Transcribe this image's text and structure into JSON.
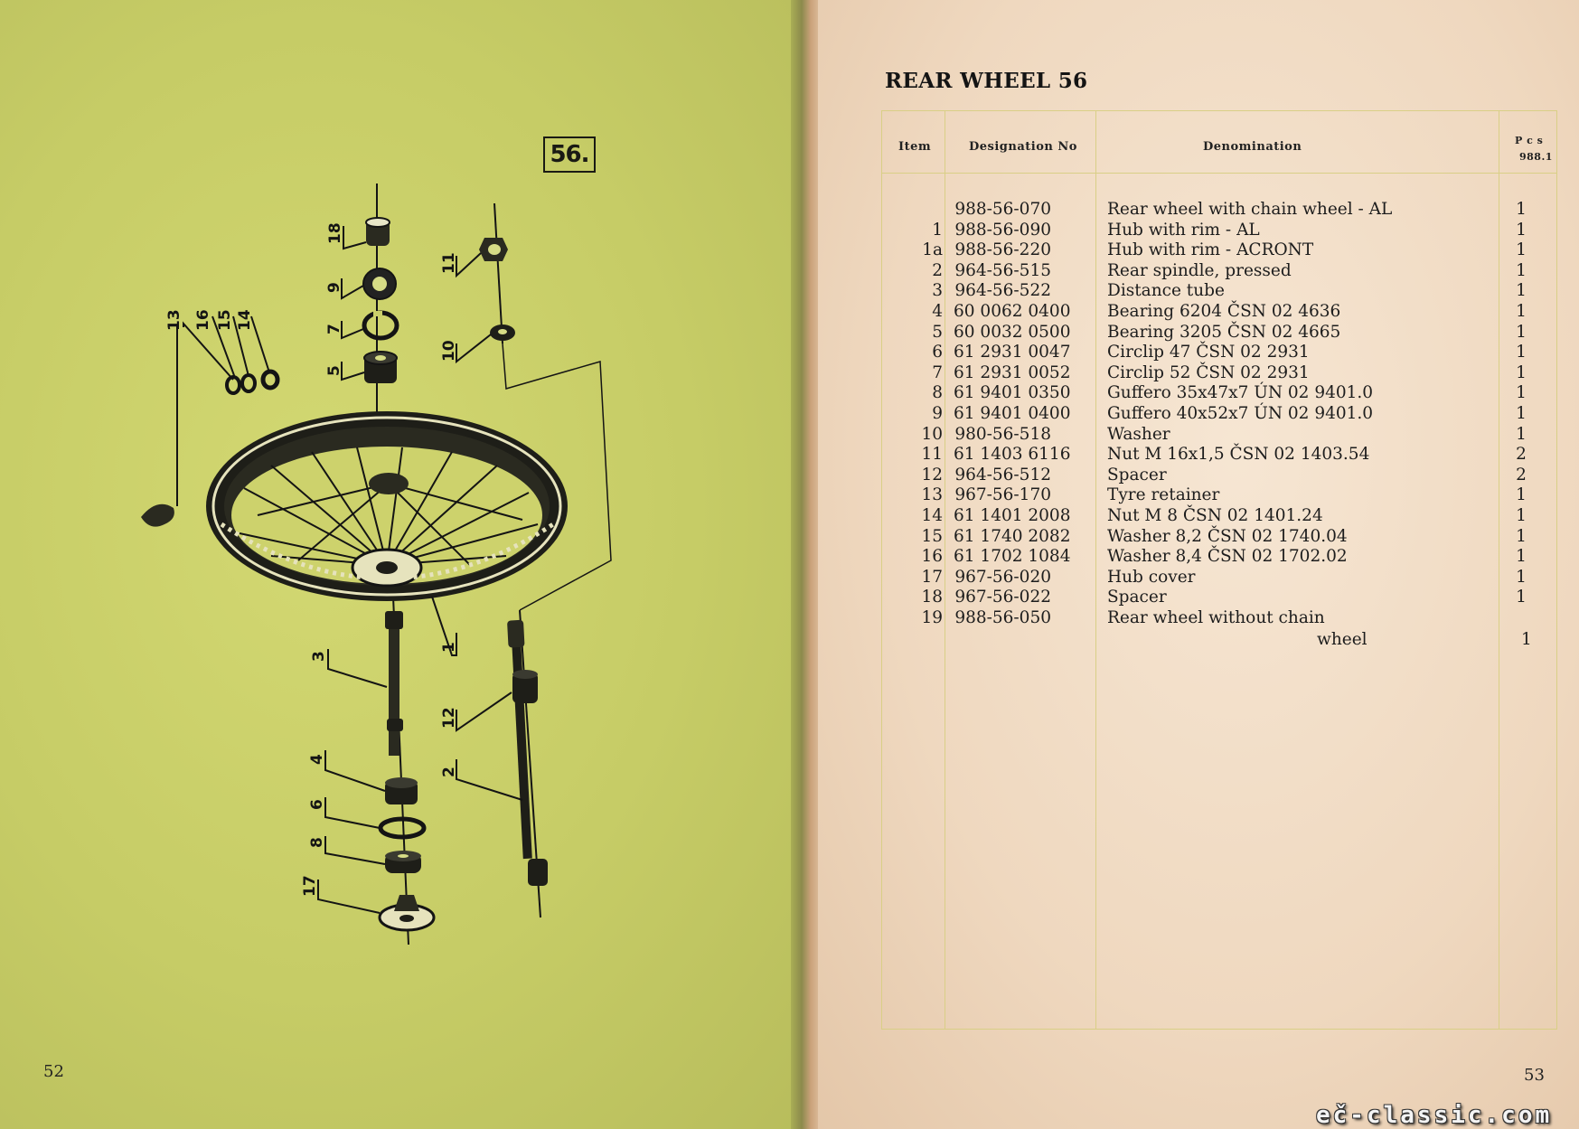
{
  "left_page": {
    "figure_label": "56.",
    "page_number": "52",
    "callouts": [
      "1",
      "2",
      "3",
      "4",
      "5",
      "6",
      "7",
      "8",
      "9",
      "10",
      "11",
      "12",
      "13",
      "14",
      "15",
      "16",
      "17",
      "18"
    ]
  },
  "right_page": {
    "title": "REAR WHEEL 56",
    "page_number": "53",
    "headers": {
      "item": "Item",
      "designation": "Designation No",
      "denomination": "Denomination",
      "pcs_top": "P c s",
      "pcs_bottom": "988.1"
    },
    "rows": [
      {
        "item": "",
        "designation": "988-56-070",
        "denomination": "Rear  wheel with chain wheel -  AL",
        "pcs": "1"
      },
      {
        "item": "1",
        "designation": "988-56-090",
        "denomination": "Hub with rim - AL",
        "pcs": "1"
      },
      {
        "item": "1a",
        "designation": "988-56-220",
        "denomination": "Hub  with  rim  -  ACRONT",
        "pcs": "1"
      },
      {
        "item": "2",
        "designation": "964-56-515",
        "denomination": "Rear  spindle,  pressed",
        "pcs": "1"
      },
      {
        "item": "3",
        "designation": "964-56-522",
        "denomination": "Distance  tube",
        "pcs": "1"
      },
      {
        "item": "4",
        "designation": "60  0062  0400",
        "denomination": "Bearing  6204  ČSN 02 4636",
        "pcs": "1"
      },
      {
        "item": "5",
        "designation": "60  0032  0500",
        "denomination": "Bearing  3205  ČSN 02 4665",
        "pcs": "1"
      },
      {
        "item": "6",
        "designation": "61  2931  0047",
        "denomination": "Circlip  47      ČSN 02 2931",
        "pcs": "1"
      },
      {
        "item": "7",
        "designation": "61  2931  0052",
        "denomination": "Circlip  52      ČSN 02 2931",
        "pcs": "1"
      },
      {
        "item": "8",
        "designation": "61  9401  0350",
        "denomination": "Guffero  35x47x7  ÚN  02 9401.0",
        "pcs": "1"
      },
      {
        "item": "9",
        "designation": "61  9401  0400",
        "denomination": "Guffero  40x52x7  ÚN  02 9401.0",
        "pcs": "1"
      },
      {
        "item": "10",
        "designation": "980-56-518",
        "denomination": "Washer",
        "pcs": "1"
      },
      {
        "item": "11",
        "designation": "61  1403  6116",
        "denomination": "Nut  M  16x1,5  ČSN  02 1403.54",
        "pcs": "2"
      },
      {
        "item": "12",
        "designation": "964-56-512",
        "denomination": "Spacer",
        "pcs": "2"
      },
      {
        "item": "13",
        "designation": "967-56-170",
        "denomination": "Tyre  retainer",
        "pcs": "1"
      },
      {
        "item": "14",
        "designation": "61  1401  2008",
        "denomination": "Nut  M  8         ČSN 02 1401.24",
        "pcs": "1"
      },
      {
        "item": "15",
        "designation": "61  1740  2082",
        "denomination": "Washer  8,2      ČSN 02 1740.04",
        "pcs": "1"
      },
      {
        "item": "16",
        "designation": "61  1702  1084",
        "denomination": "Washer  8,4      ČSN 02 1702.02",
        "pcs": "1"
      },
      {
        "item": "17",
        "designation": "967-56-020",
        "denomination": "Hub  cover",
        "pcs": "1"
      },
      {
        "item": "18",
        "designation": "967-56-022",
        "denomination": "Spacer",
        "pcs": "1"
      },
      {
        "item": "19",
        "designation": "988-56-050",
        "denomination": "Rear  wheel  without  chain",
        "pcs": ""
      }
    ],
    "continuation": {
      "text": "wheel",
      "pcs": "1"
    }
  },
  "watermark": "eč-classic.com"
}
